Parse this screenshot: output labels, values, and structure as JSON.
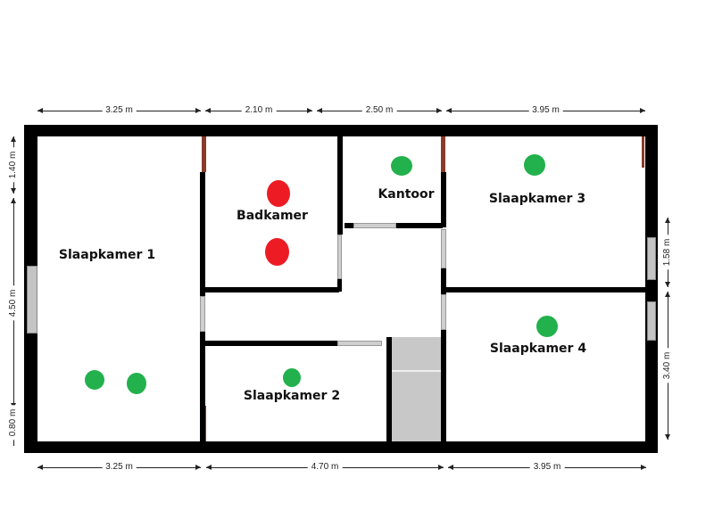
{
  "floorplan": {
    "rooms": [
      {
        "id": "slaapkamer-1",
        "label": "Slaapkamer 1"
      },
      {
        "id": "badkamer",
        "label": "Badkamer"
      },
      {
        "id": "kantoor",
        "label": "Kantoor"
      },
      {
        "id": "slaapkamer-3",
        "label": "Slaapkamer 3"
      },
      {
        "id": "slaapkamer-2",
        "label": "Slaapkamer 2"
      },
      {
        "id": "slaapkamer-4",
        "label": "Slaapkamer 4"
      }
    ],
    "dimensions": {
      "top": [
        "3.25 m",
        "2.10 m",
        "2.50 m",
        "3.95 m"
      ],
      "bottom": [
        "3.25 m",
        "4.70 m",
        "3.95 m"
      ],
      "left": [
        "1.40 m",
        "4.50 m",
        "0.80 m"
      ],
      "right": [
        "1.58 m",
        "3.40 m"
      ]
    },
    "markers": [
      {
        "room": "badkamer",
        "color": "#ed1c24",
        "status": "red"
      },
      {
        "room": "badkamer",
        "color": "#ed1c24",
        "status": "red"
      },
      {
        "room": "kantoor",
        "color": "#22b14c",
        "status": "green"
      },
      {
        "room": "slaapkamer-3",
        "color": "#22b14c",
        "status": "green"
      },
      {
        "room": "slaapkamer-4",
        "color": "#22b14c",
        "status": "green"
      },
      {
        "room": "slaapkamer-2",
        "color": "#22b14c",
        "status": "green"
      },
      {
        "room": "slaapkamer-1",
        "color": "#22b14c",
        "status": "green"
      },
      {
        "room": "slaapkamer-1",
        "color": "#22b14c",
        "status": "green"
      }
    ],
    "colors": {
      "wall": "#000000",
      "brick": "#8a3b2a",
      "red_marker": "#ed1c24",
      "green_marker": "#22b14c",
      "stairs": "#c8c8c8"
    }
  }
}
